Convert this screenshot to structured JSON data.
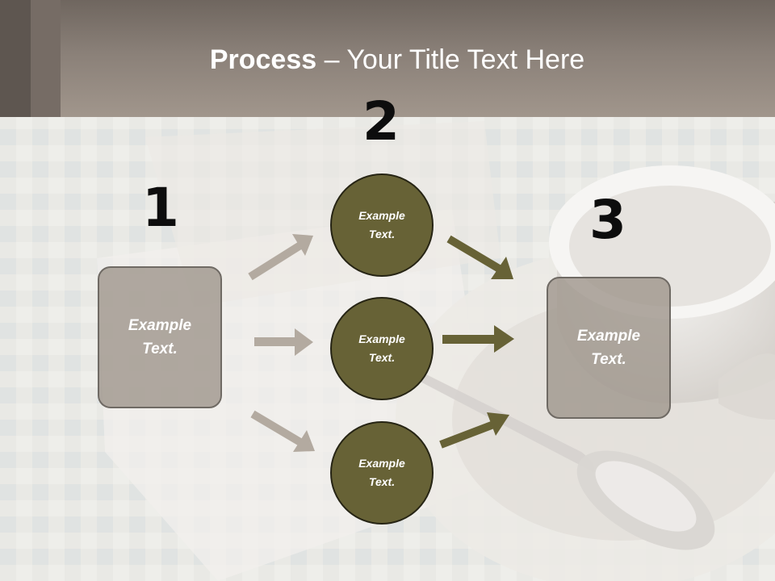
{
  "slide": {
    "title_bold": "Process",
    "title_rest": " – Your Title Text Here"
  },
  "steps": {
    "step1": {
      "number": "1",
      "box_text": "Example Text."
    },
    "step2": {
      "number": "2",
      "circles": [
        "Example Text.",
        "Example Text.",
        "Example Text."
      ]
    },
    "step3": {
      "number": "3",
      "box_text": "Example Text."
    }
  },
  "colors": {
    "header": "#8a8078",
    "box_fill": "#a0978e",
    "circle_fill": "#676236",
    "arrow_left": "#b3aaa0",
    "arrow_right": "#676236",
    "number": "#0d0d0d"
  }
}
